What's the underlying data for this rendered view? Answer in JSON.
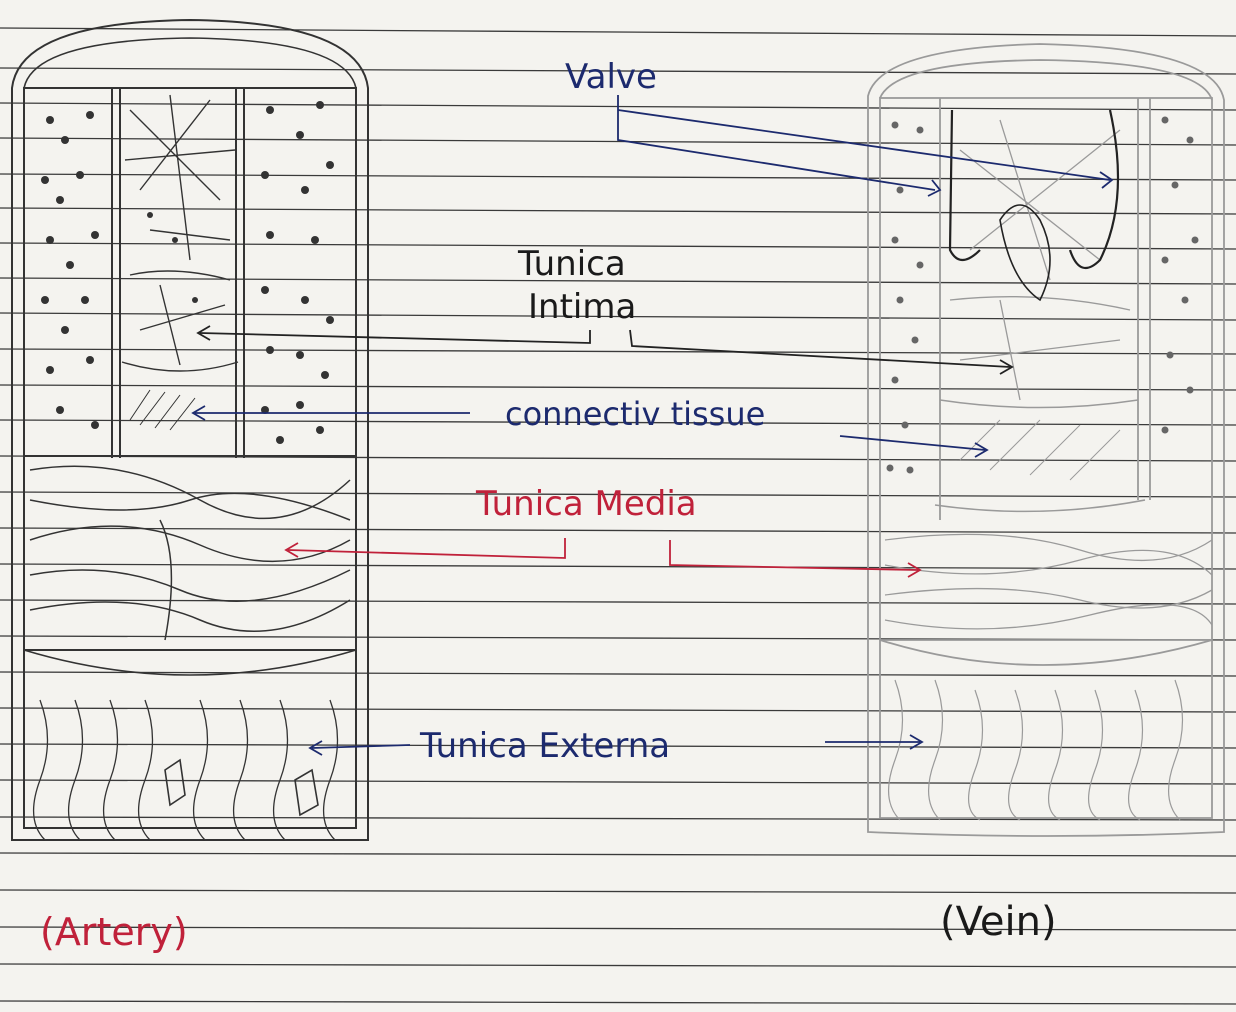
{
  "labels": {
    "valve": "Valve",
    "tunica_intima_1": "Tunica",
    "tunica_intima_2": "Intima",
    "connective_tissue": "connectiv tissue",
    "tunica_media": "Tunica Media",
    "tunica_externa": "Tunica Externa",
    "artery": "(Artery)",
    "vein": "(Vein)"
  },
  "colors": {
    "paper": "#f4f3ef",
    "rule_line": "#2a2a2a",
    "pencil": "#3a3a3a",
    "vein_pencil": "#9a9a9a",
    "blue_ink": "#1c2a6e",
    "red_ink": "#c0213a"
  }
}
